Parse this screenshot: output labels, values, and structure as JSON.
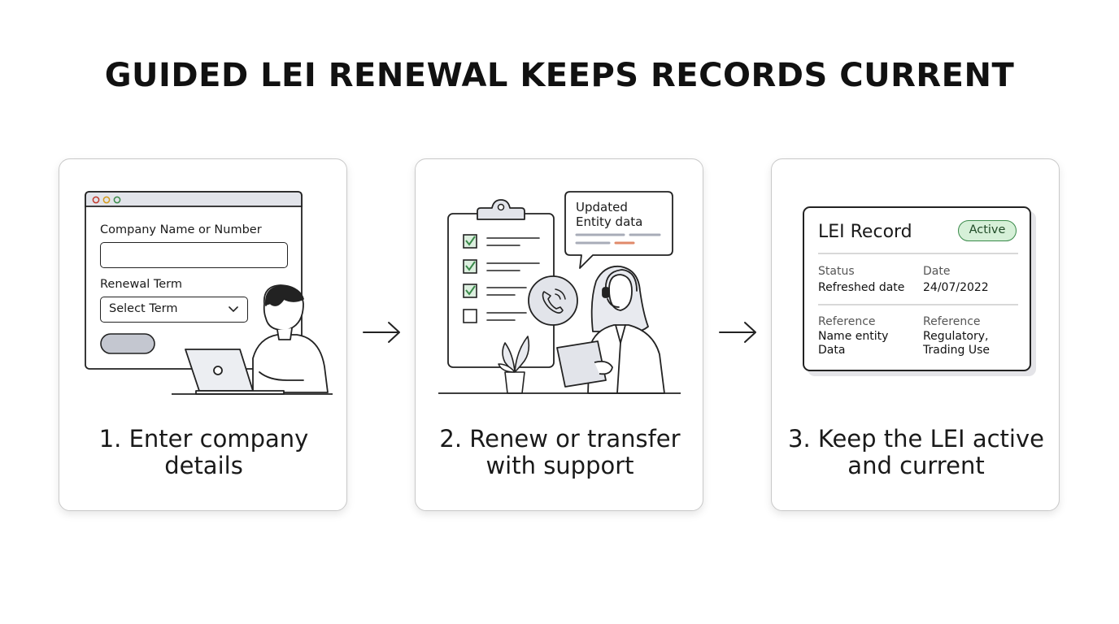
{
  "title": "GUIDED LEI RENEWAL KEEPS RECORDS CURRENT",
  "steps": [
    {
      "caption_line1": "1. Enter company",
      "caption_line2": "details",
      "form": {
        "field_label": "Company Name or Number",
        "term_label": "Renewal Term",
        "term_value": "Select Term"
      }
    },
    {
      "caption_line1": "2. Renew or transfer",
      "caption_line2": "with support",
      "bubble": {
        "line1": "Updated",
        "line2": "Entity data"
      }
    },
    {
      "caption_line1": "3. Keep the LEI active",
      "caption_line2": "and current",
      "record": {
        "title": "LEI Record",
        "status_badge": "Active",
        "row1": {
          "label_left": "Status",
          "value_left": "Refreshed date",
          "label_right": "Date",
          "value_right": "24/07/2022"
        },
        "row2": {
          "label_left": "Reference",
          "value_left_1": "Name entity",
          "value_left_2": "Data",
          "label_right": "Reference",
          "value_right_1": "Regulatory,",
          "value_right_2": "Trading Use"
        }
      }
    }
  ],
  "colors": {
    "check_green": "#4a9a5a",
    "badge_fill": "#d6f0d8",
    "accent_red": "#e08a6a",
    "accent_gray": "#a8acb8"
  }
}
